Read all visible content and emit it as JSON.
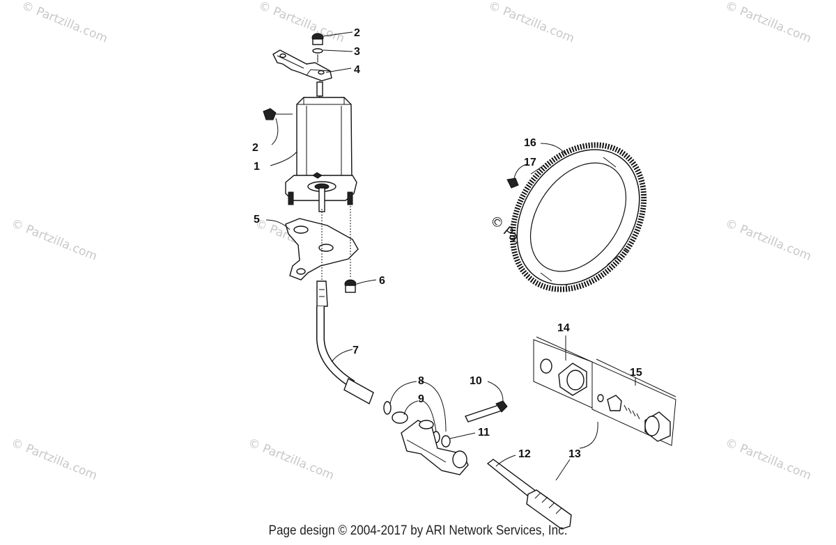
{
  "callouts": [
    {
      "id": "c2a",
      "label": "2"
    },
    {
      "id": "c3",
      "label": "3"
    },
    {
      "id": "c4",
      "label": "4"
    },
    {
      "id": "c2b",
      "label": "2"
    },
    {
      "id": "c1",
      "label": "1"
    },
    {
      "id": "c5",
      "label": "5"
    },
    {
      "id": "c6",
      "label": "6"
    },
    {
      "id": "c7",
      "label": "7"
    },
    {
      "id": "c8",
      "label": "8"
    },
    {
      "id": "c9",
      "label": "9"
    },
    {
      "id": "c10",
      "label": "10"
    },
    {
      "id": "c11",
      "label": "11"
    },
    {
      "id": "c12",
      "label": "12"
    },
    {
      "id": "c13",
      "label": "13"
    },
    {
      "id": "c14",
      "label": "14"
    },
    {
      "id": "c15",
      "label": "15"
    },
    {
      "id": "c16",
      "label": "16"
    },
    {
      "id": "c17",
      "label": "17"
    }
  ],
  "watermark": {
    "text": "© Partzilla.com"
  },
  "footer": {
    "text": "Page design © 2004-2017 by ARI Network Services, Inc."
  }
}
